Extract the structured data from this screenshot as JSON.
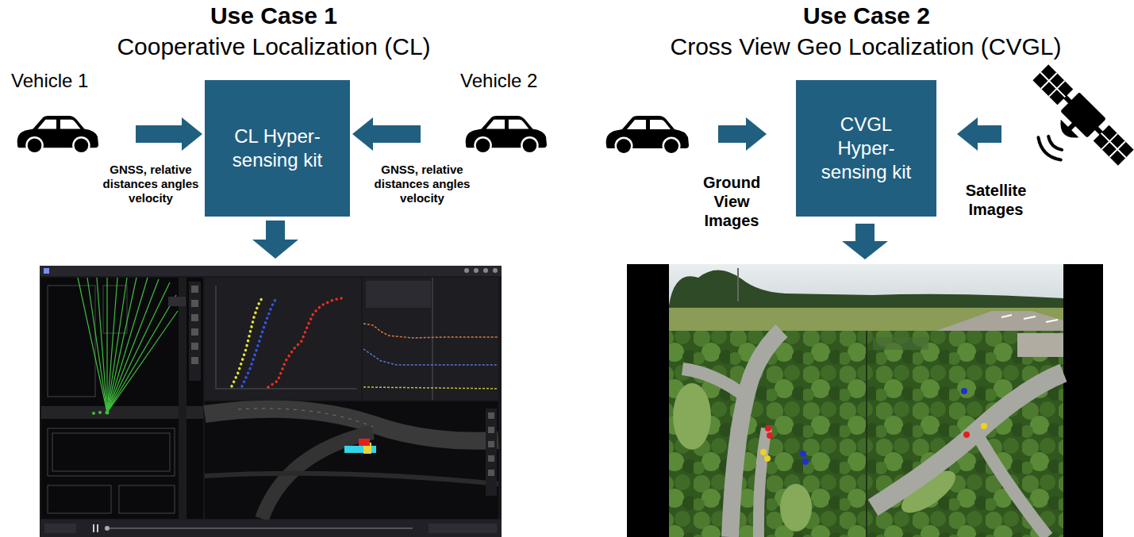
{
  "diagram": {
    "nodes": [
      {
        "text": [
          "Vehicle 1"
        ]
      },
      {
        "text": [
          "CL Hyper-sensing kit"
        ]
      },
      {
        "text": [
          "Vehicle 2"
        ]
      },
      {
        "text": [
          "CVGL Hyper-sensing kit"
        ]
      }
    ],
    "edges": [
      {
        "from": 0,
        "to": 1,
        "arrow": "to",
        "label": "GNSS, relative distances angles velocity"
      },
      {
        "from": 2,
        "to": 1,
        "arrow": "to",
        "label": "GNSS, relative distances angles velocity"
      }
    ],
    "labels": [
      "Use Case 1",
      "Cooperative Localization (CL)",
      "Use Case 2",
      "Cross View Geo Localization (CVGL)",
      "Ground View Images",
      "Satellite Images"
    ]
  }
}
